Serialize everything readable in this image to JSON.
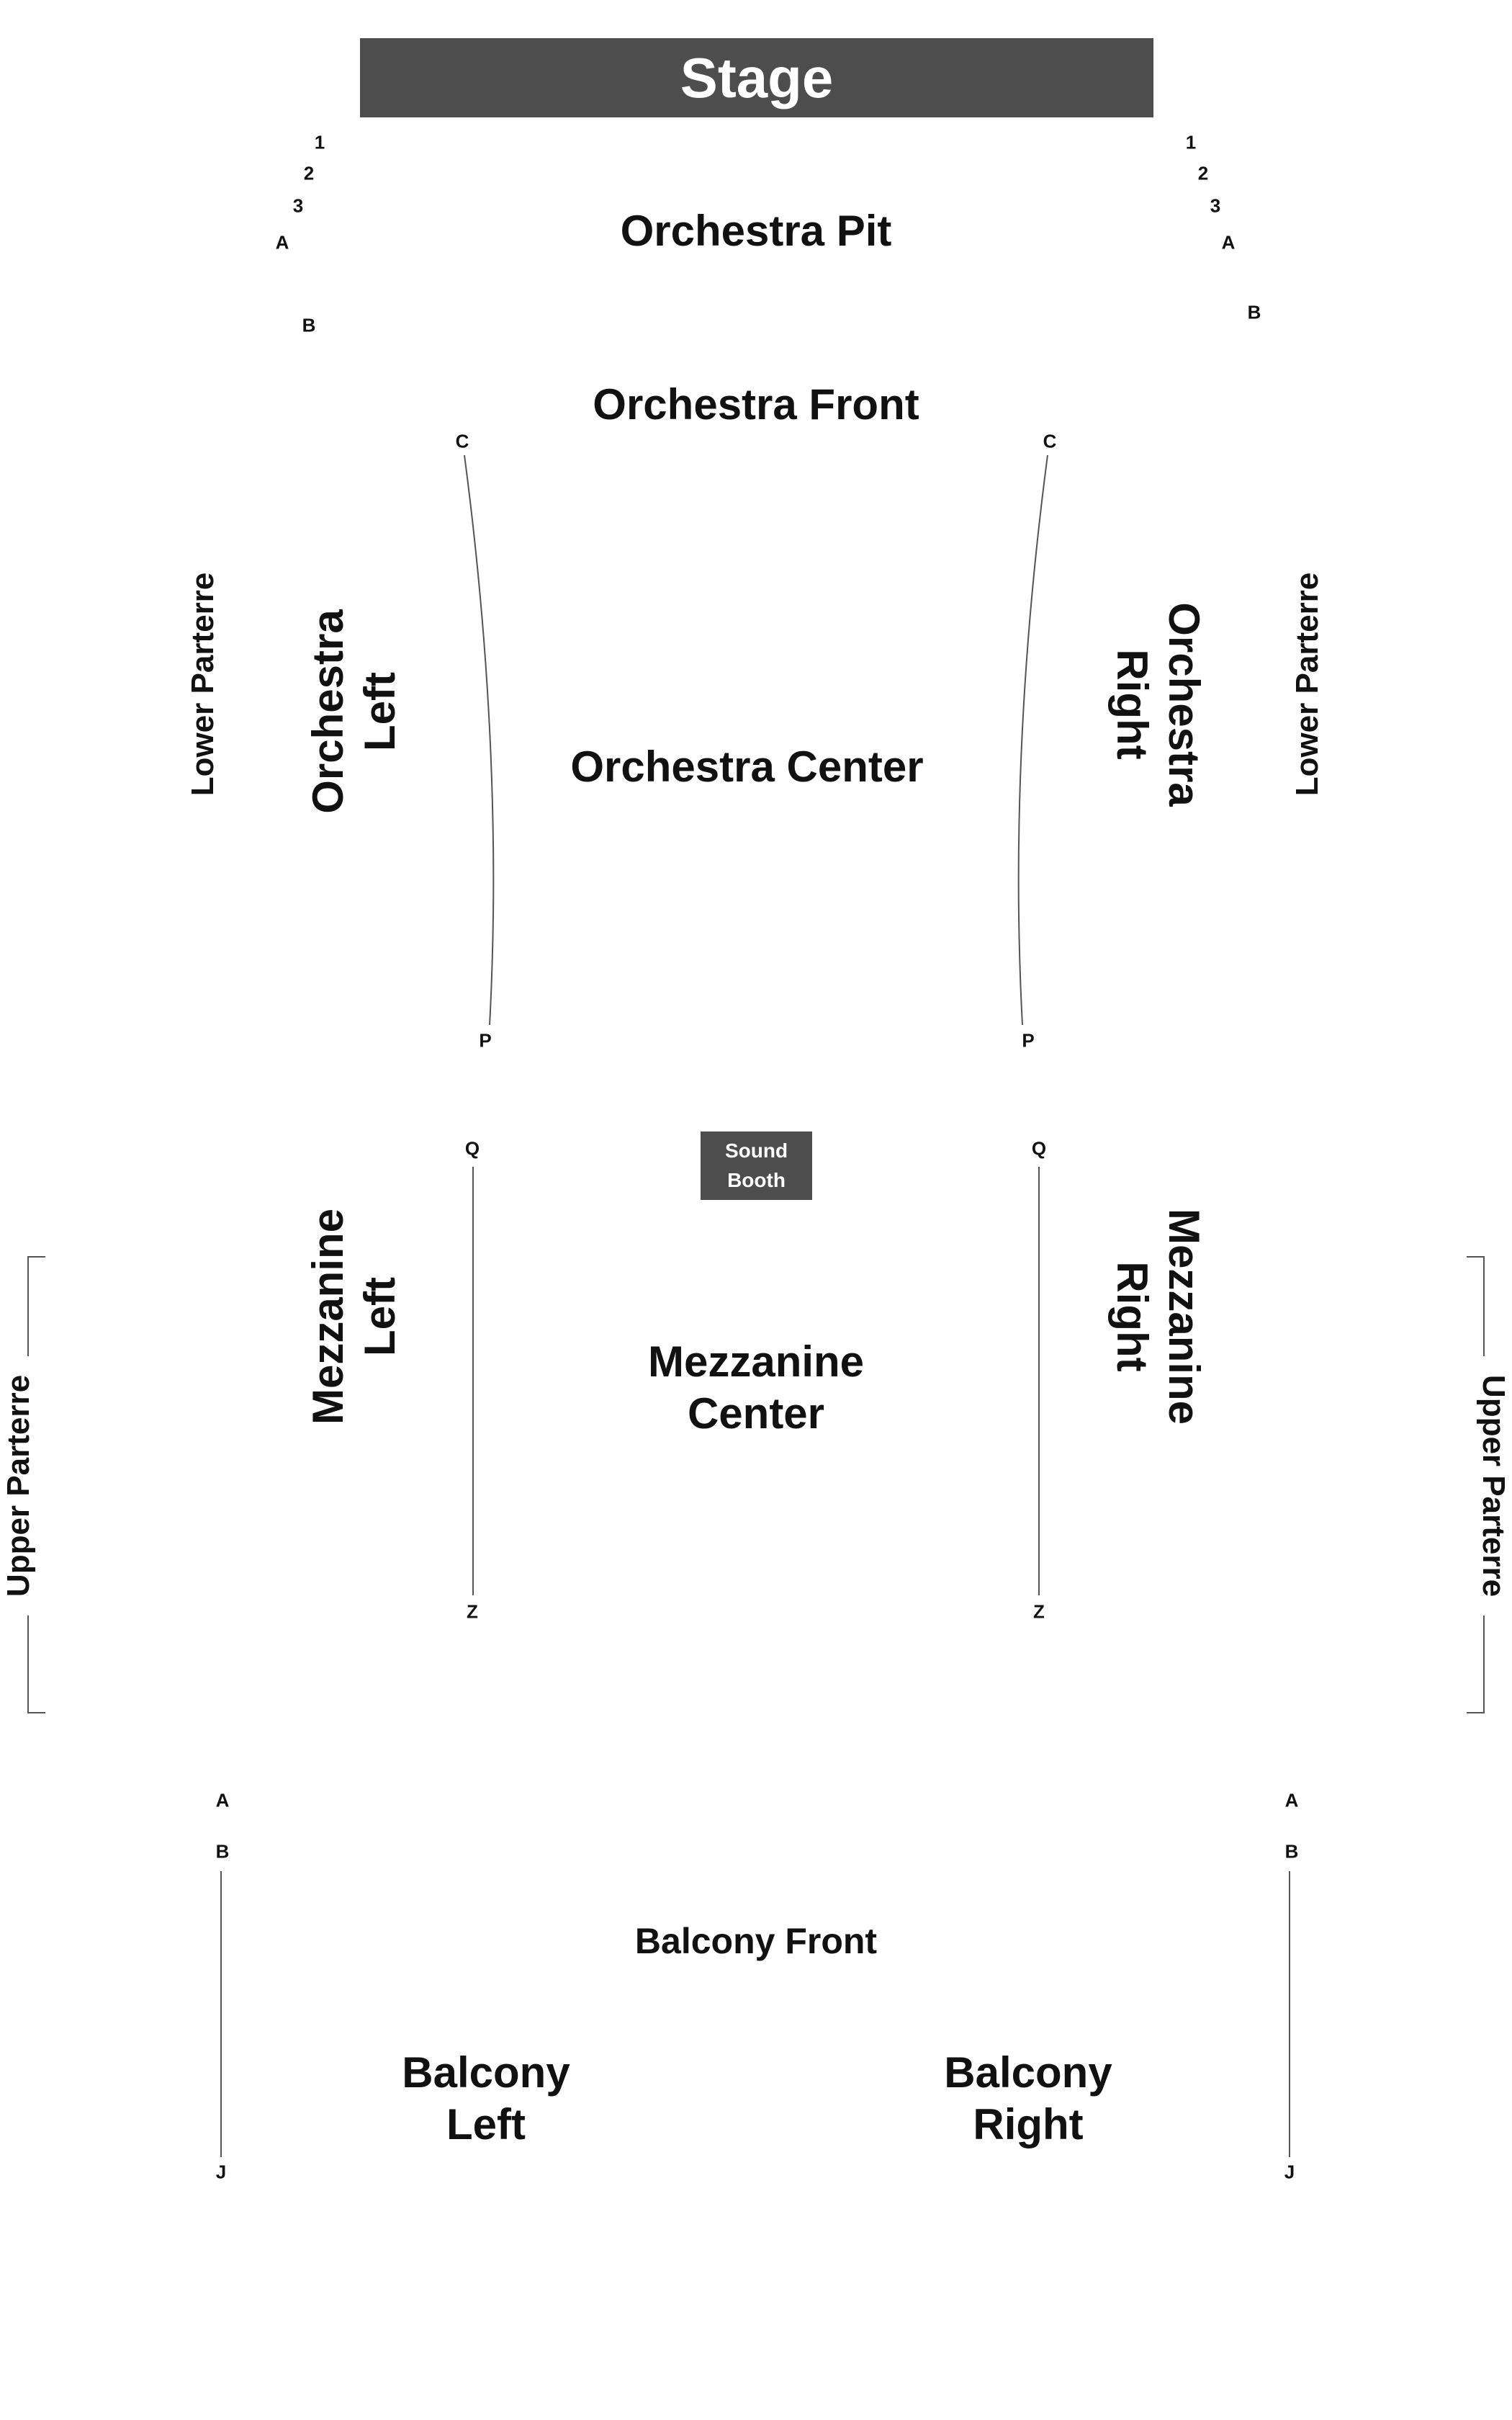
{
  "stage": "Stage",
  "sections": {
    "orchestra_pit": "Orchestra Pit",
    "orchestra_front": "Orchestra Front",
    "orchestra_center": "Orchestra Center",
    "orchestra_left": [
      "Orchestra",
      "Left"
    ],
    "orchestra_right": [
      "Orchestra",
      "Right"
    ],
    "lower_parterre_left": "Lower Parterre",
    "lower_parterre_right": "Lower Parterre",
    "mezzanine_center": [
      "Mezzanine",
      "Center"
    ],
    "mezzanine_left": [
      "Mezzanine",
      "Left"
    ],
    "mezzanine_right": [
      "Mezzanine",
      "Right"
    ],
    "upper_parterre_left": "Upper Parterre",
    "upper_parterre_right": "Upper Parterre",
    "balcony_front": "Balcony Front",
    "balcony_left": [
      "Balcony",
      "Left"
    ],
    "balcony_right": [
      "Balcony",
      "Right"
    ]
  },
  "sound_booth": [
    "Sound",
    "Booth"
  ],
  "row_labels": {
    "pit_left": [
      "1",
      "2",
      "3",
      "A",
      "B"
    ],
    "pit_right": [
      "1",
      "2",
      "3",
      "A",
      "B"
    ],
    "orchestra_left": [
      "C",
      "P"
    ],
    "orchestra_right": [
      "C",
      "P"
    ],
    "mezzanine_left": [
      "Q",
      "Z"
    ],
    "mezzanine_right": [
      "Q",
      "Z"
    ],
    "balcony_left": [
      "A",
      "B",
      "J"
    ],
    "balcony_right": [
      "A",
      "B",
      "J"
    ]
  },
  "colors": {
    "block_fill": "#4d4d4d",
    "block_text": "#ffffff",
    "text": "#111111",
    "line": "#555555"
  }
}
